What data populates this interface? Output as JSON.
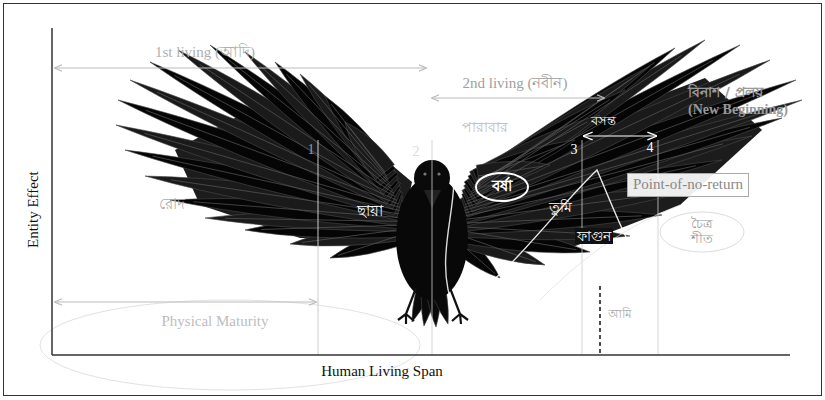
{
  "diagram": {
    "nodes": [
      {
        "text": [
          "বর্ষা"
        ]
      },
      {
        "text": [
          "Point-of-no-return"
        ]
      },
      {
        "text": [
          "চৈত্র শীত"
        ]
      }
    ],
    "labels": [
      "1st living (আদি)",
      "2nd living (নবীন)",
      "বিনাশ / প্রলয়",
      "(New Beginning)",
      "1",
      "2",
      "3",
      "4",
      "রোদ",
      "ছায়া",
      "পারাবার",
      "তুমি",
      "ফাগুন",
      "বসন্ত",
      "Physical Maturity",
      "আমি",
      "Entity Effect",
      "Human Living Span"
    ]
  }
}
